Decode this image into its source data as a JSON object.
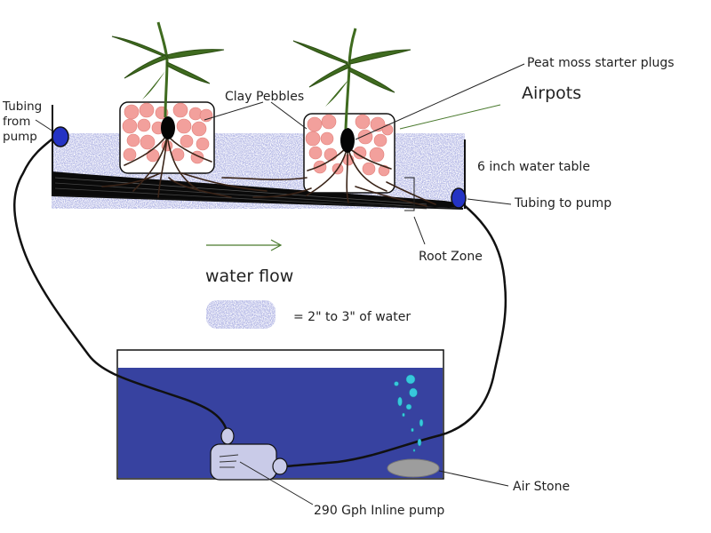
{
  "labels": {
    "tubing_from_pump": [
      "Tubing",
      "from",
      "pump"
    ],
    "clay_pebbles": "Clay Pebbles",
    "peat_moss": "Peat moss starter plugs",
    "airpots": "Airpots",
    "water_table": "6 inch water table",
    "tubing_to_pump": "Tubing to pump",
    "root_zone": "Root Zone",
    "water_flow": "water flow",
    "water_legend": "= 2\" to 3\" of water",
    "air_stone": "Air Stone",
    "inline_pump": "290 Gph Inline pump"
  },
  "colors": {
    "reservoir_water": "#3742a0",
    "fitting_blue": "#2433c4",
    "pebble": "#f2a09c",
    "leaf": "#3f6b1f",
    "water_speckle": "#8a90cc",
    "bubble": "#37c8dc",
    "pump_body": "#c9cbe8",
    "air_stone": "#9d9d9d",
    "arrow": "#4a7a2e"
  },
  "icons": {
    "flow_arrow": "right-arrow-icon"
  }
}
